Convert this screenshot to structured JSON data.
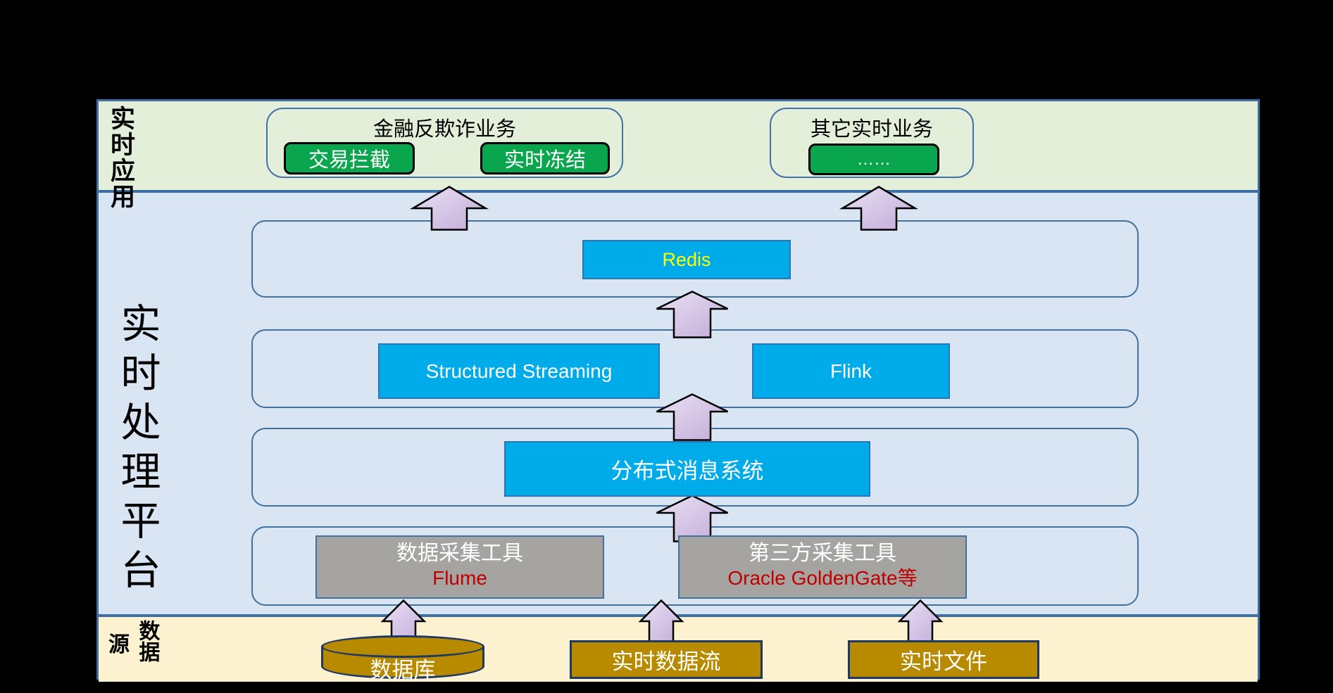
{
  "applications": {
    "label": "实时应用",
    "groups": [
      {
        "title": "金融反欺诈业务",
        "buttons": [
          "交易拦截",
          "实时冻结"
        ]
      },
      {
        "title": "其它实时业务",
        "buttons": [
          "……"
        ]
      }
    ]
  },
  "platform": {
    "label": "实时处理平台",
    "cache": {
      "name": "Redis"
    },
    "engines": [
      "Structured Streaming",
      "Flink"
    ],
    "messaging": "分布式消息系统",
    "collectors": [
      {
        "title": "数据采集工具",
        "subtitle": "Flume"
      },
      {
        "title": "第三方采集工具",
        "subtitle": "Oracle GoldenGate等"
      }
    ]
  },
  "sources": {
    "label_column_right": "数据",
    "label_column_left": "源",
    "items": [
      "数据库",
      "实时数据流",
      "实时文件"
    ]
  },
  "colors": {
    "band_green": "#E3EFD9",
    "band_blue": "#D9E5F3",
    "band_yellow": "#FDF2CF",
    "divider_blue": "#3D6FA5",
    "box_cyan": "#00ABE9",
    "box_cyan_border": "#2E75B6",
    "button_green": "#0AA64D",
    "box_gray": "#A6A4A1",
    "box_gold": "#B88A00",
    "box_gold_border": "#1F3864",
    "arrow_light": "#E9E1F3",
    "arrow_dark": "#C3ABD9",
    "redis_text": "#FFFF00",
    "accent_red": "#C00000"
  }
}
